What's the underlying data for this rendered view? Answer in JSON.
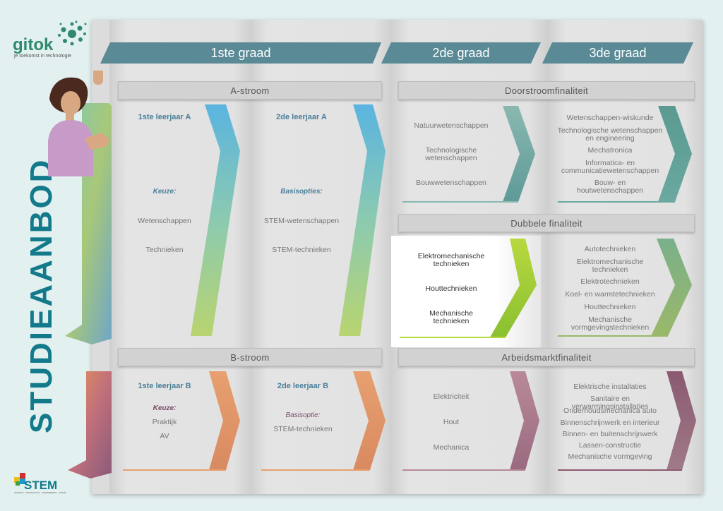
{
  "logo": {
    "name": "gitok",
    "tagline": "je toekomst in technologie"
  },
  "side_title": "STUDIEAANBOD",
  "stem_logo": {
    "name": "STEM",
    "sub": "SCIENCE · TECHNOLOGY · ENGINEERING · MATHS"
  },
  "headers": {
    "graad1": "1ste graad",
    "graad2": "2de graad",
    "graad3": "3de graad"
  },
  "bars": {
    "a_stroom": "A-stroom",
    "b_stroom": "B-stroom",
    "doorstroom": "Doorstroomfinaliteit",
    "dubbele": "Dubbele finaliteit",
    "arbeidsmarkt": "Arbeidsmarktfinaliteit"
  },
  "col_a1": {
    "title": "1ste leerjaar A",
    "keuze": "Keuze:",
    "items": [
      "Wetenschappen",
      "Technieken"
    ]
  },
  "col_a2": {
    "title": "2de leerjaar A",
    "keuze": "Basisopties:",
    "items": [
      "STEM-wetenschappen",
      "STEM-technieken"
    ]
  },
  "col_b1": {
    "title": "1ste leerjaar B",
    "keuze": "Keuze:",
    "items": [
      "Praktijk",
      "AV"
    ]
  },
  "col_b2": {
    "title": "2de leerjaar B",
    "keuze": "Basisoptie:",
    "items": [
      "STEM-technieken"
    ]
  },
  "doorstroom2": [
    "Natuurwetenschappen",
    "Technologische wetenschappen",
    "Bouwwetenschappen"
  ],
  "doorstroom3": [
    "Wetenschappen-wiskunde",
    "Technologische wetenschappen en engineering",
    "Mechatronica",
    "Informatica- en communicatiewetenschappen",
    "Bouw- en houtwetenschappen"
  ],
  "dubbele2": [
    "Elektromechanische technieken",
    "Houttechnieken",
    "Mechanische technieken"
  ],
  "dubbele3": [
    "Autotechnieken",
    "Elektromechanische technieken",
    "Elektrotechnieken",
    "Koel- en warmtetechnieken",
    "Houttechnieken",
    "Mechanische vormgevingstechnieken"
  ],
  "arbeid2": [
    "Elektriciteit",
    "Hout",
    "Mechanica"
  ],
  "arbeid3": [
    "Elektrische installaties",
    "Sanitaire en verwarmingsinstallaties",
    "Onderhoudsmechanica auto",
    "Binnenschrijnwerk en interieur",
    "Binnen- en buitenschrijnwerk",
    "Lassen-constructie",
    "Mechanische vormgeving"
  ],
  "colors": {
    "header": "#5a8a96",
    "title_blue": "#4a7f9a",
    "title_b": "#7a4e6a",
    "stem_teal": "#127a8a"
  }
}
